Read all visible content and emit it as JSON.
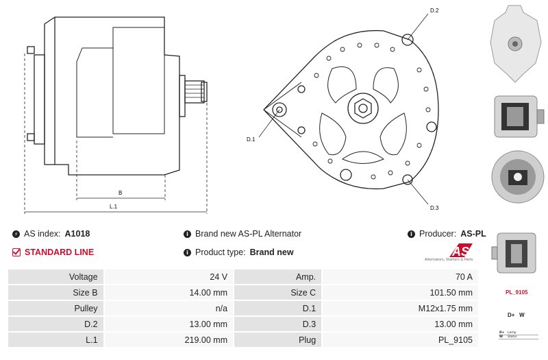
{
  "drawing": {
    "label_b": "B",
    "label_l1": "L.1",
    "label_d1": "D.1",
    "label_d2": "D.2",
    "label_d3": "D.3"
  },
  "info": {
    "as_index_label": "AS index:",
    "as_index_value": "A1018",
    "brand_text": "Brand new AS-PL Alternator",
    "producer_label": "Producer:",
    "producer_value": "AS-PL",
    "standard_line": "STANDARD LINE",
    "product_type_label": "Product type:",
    "product_type_value": "Brand new"
  },
  "logo": {
    "text": "AS",
    "subtitle": "Alternators, Starters & Parts"
  },
  "specs": [
    {
      "k1": "Voltage",
      "v1": "24 V",
      "k2": "Amp.",
      "v2": "70 A"
    },
    {
      "k1": "Size B",
      "v1": "14.00 mm",
      "k2": "Size C",
      "v2": "101.50 mm"
    },
    {
      "k1": "Pulley",
      "v1": "n/a",
      "k2": "D.1",
      "v2": "M12x1.75 mm"
    },
    {
      "k1": "D.2",
      "v1": "13.00 mm",
      "k2": "D.3",
      "v2": "13.00 mm"
    },
    {
      "k1": "L.1",
      "v1": "219.00 mm",
      "k2": "Plug",
      "v2": "PL_9105"
    }
  ],
  "side": {
    "plug_label": "PL_9105",
    "terminals": "D+   W",
    "legend": [
      {
        "code": "D+",
        "desc": "Lamp"
      },
      {
        "code": "W",
        "desc": "Stator"
      }
    ]
  }
}
